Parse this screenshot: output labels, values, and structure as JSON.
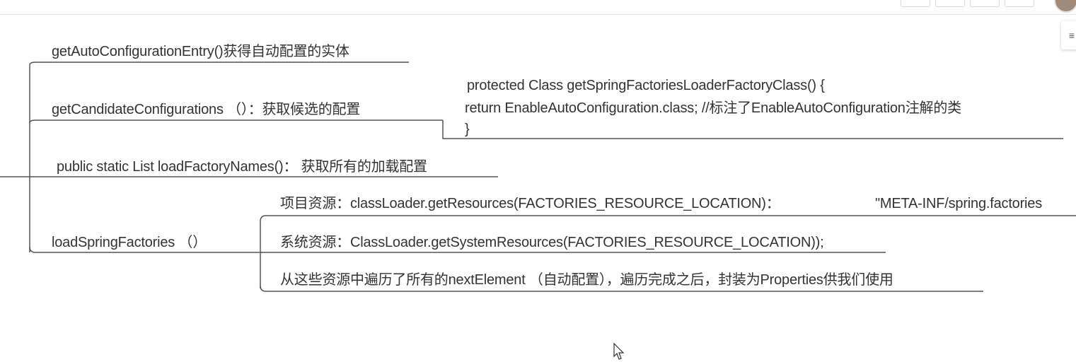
{
  "mindmap": {
    "branches": [
      {
        "label": "getAutoConfigurationEntry()获得自动配置的实体"
      },
      {
        "label": "getCandidateConfigurations （）：获取候选的配置"
      },
      {
        "label": "public static List loadFactoryNames()： 获取所有的加载配置"
      },
      {
        "label": "loadSpringFactories （）"
      }
    ],
    "candidate_detail": {
      "line1": " protected Class getSpringFactoriesLoaderFactoryClass() {",
      "line2": "return EnableAutoConfiguration.class; //标注了EnableAutoConfiguration注解的类",
      "line3": "}"
    },
    "spring_factories_children": [
      {
        "label": "项目资源：classLoader.getResources(FACTORIES_RESOURCE_LOCATION)：",
        "value": "\"META-INF/spring.factories"
      },
      {
        "label": "系统资源：ClassLoader.getSystemResources(FACTORIES_RESOURCE_LOCATION));"
      },
      {
        "label": "从这些资源中遍历了所有的nextElement （自动配置），遍历完成之后，封装为Properties供我们使用"
      }
    ],
    "side_tab_glyph": "≡"
  },
  "colors": {
    "line": "#555555",
    "text": "#333333",
    "background": "#ffffff"
  }
}
